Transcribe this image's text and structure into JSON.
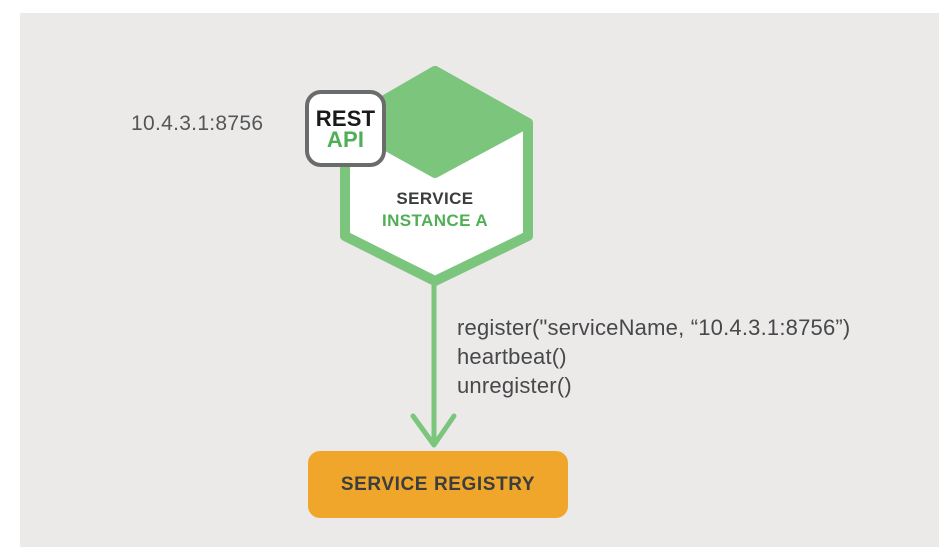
{
  "colors": {
    "page_background": "#FFFFFF",
    "panel_background": "#EBEAE8",
    "hexagon_green": "#7BC57D",
    "green_text": "#4FAF55",
    "registry_orange": "#F0A62B",
    "dark_text": "#3B3C3E",
    "gray_text": "#55565A",
    "badge_border": "#6A6B6D",
    "badge_rest_text": "#1A1A1A"
  },
  "diagram": {
    "ip_address": "10.4.3.1:8756",
    "badge": {
      "line1": "REST",
      "line2": "API"
    },
    "hexagon": {
      "line1": "SERVICE",
      "line2": "INSTANCE A"
    },
    "arrow": {
      "operations": [
        "register(\"serviceName, “10.4.3.1:8756”)",
        "heartbeat()",
        "unregister()"
      ]
    },
    "registry": {
      "label": "SERVICE REGISTRY"
    }
  }
}
